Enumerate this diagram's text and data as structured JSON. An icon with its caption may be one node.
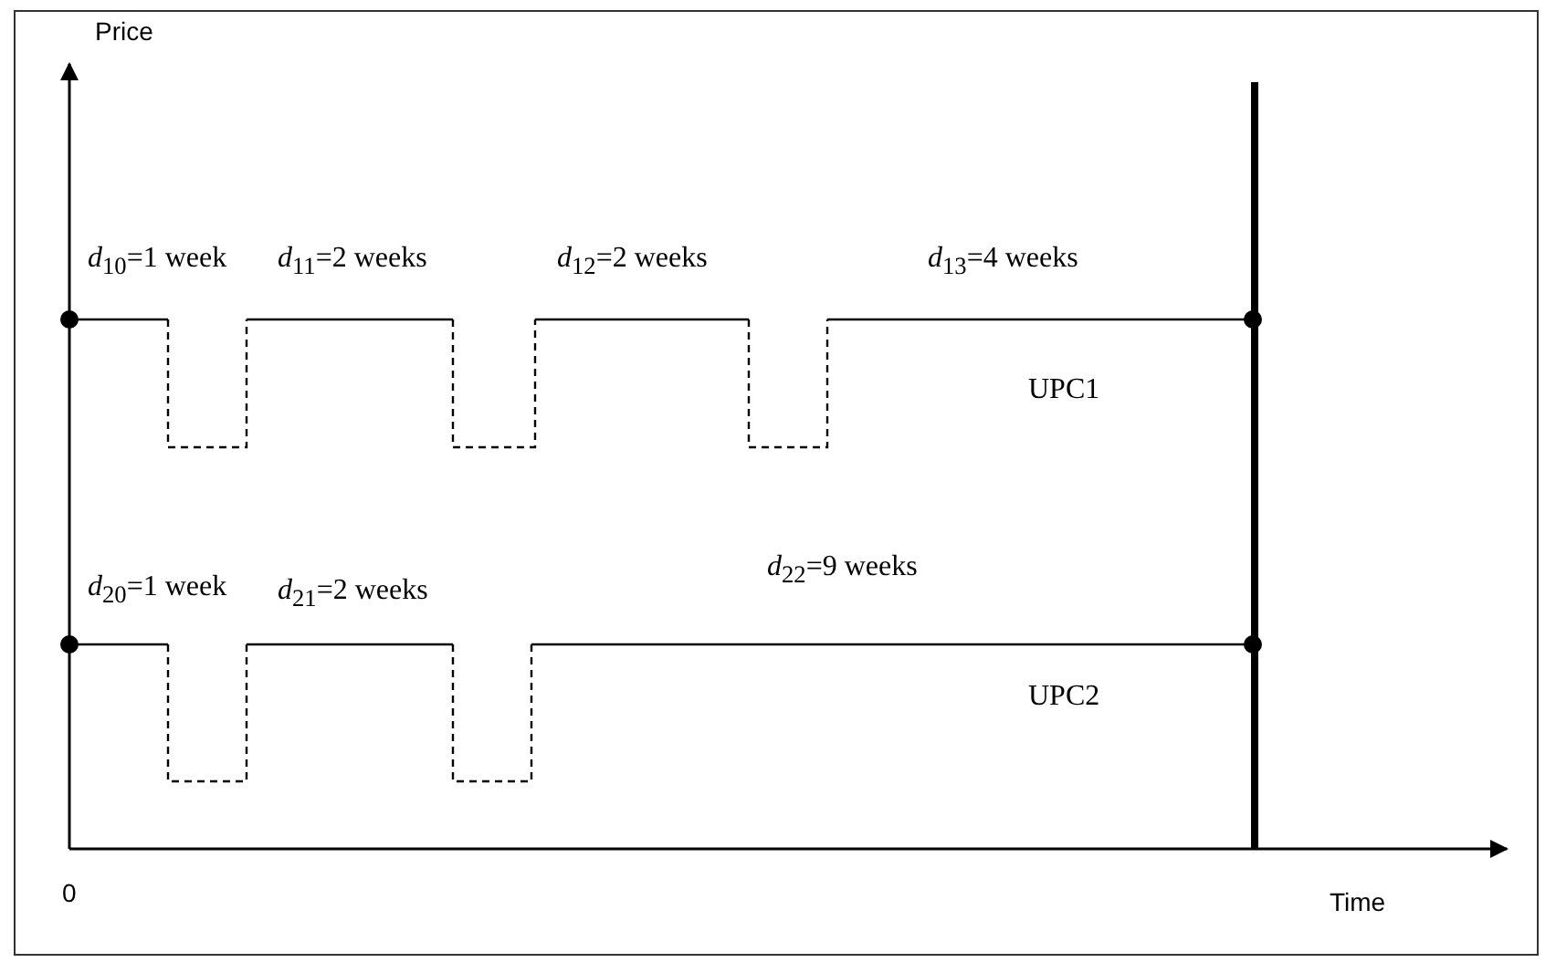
{
  "diagram": {
    "labels": [
      "Price",
      "*d*$_{10}$=1 week",
      "*d*$_{11}$=2 weeks",
      "*d*$_{12}$=2 weeks",
      "*d*$_{13}$=4 weeks",
      "UPC1",
      "*d*$_{20}$=1 week",
      "*d*$_{21}$=2 weeks",
      "*d*$_{22}$=9 weeks",
      "UPC2",
      "0",
      "Time"
    ]
  }
}
